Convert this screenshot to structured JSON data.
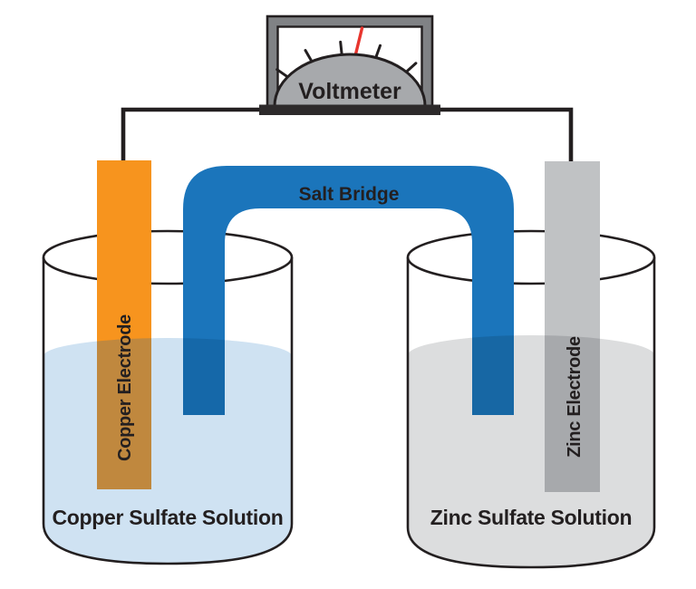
{
  "voltmeter": {
    "label": "Voltmeter",
    "frame_color": "#808285",
    "dial_color": "#A7A9AC",
    "base_color": "#2D2A2B",
    "needle_color": "#E8352E"
  },
  "salt_bridge": {
    "label": "Salt Bridge",
    "color": "#1B75BB",
    "label_color": "#1C2B39",
    "submerged_left_color": "#1568A9",
    "submerged_right_color": "#1767A4"
  },
  "left_cell": {
    "electrode_label": "Copper Electrode",
    "electrode_color": "#F7941E",
    "electrode_submerged_color": "#C0883E",
    "solution_label": "Copper Sulfate Solution",
    "solution_color": "#CFE2F2"
  },
  "right_cell": {
    "electrode_label": "Zinc Electrode",
    "electrode_color": "#C0C2C4",
    "electrode_submerged_color": "#A7A9AC",
    "solution_label": "Zinc Sulfate Solution",
    "solution_color": "#DCDDDE"
  },
  "colors": {
    "wire": "#231F20",
    "outline": "#231F20",
    "text": "#231F20"
  }
}
